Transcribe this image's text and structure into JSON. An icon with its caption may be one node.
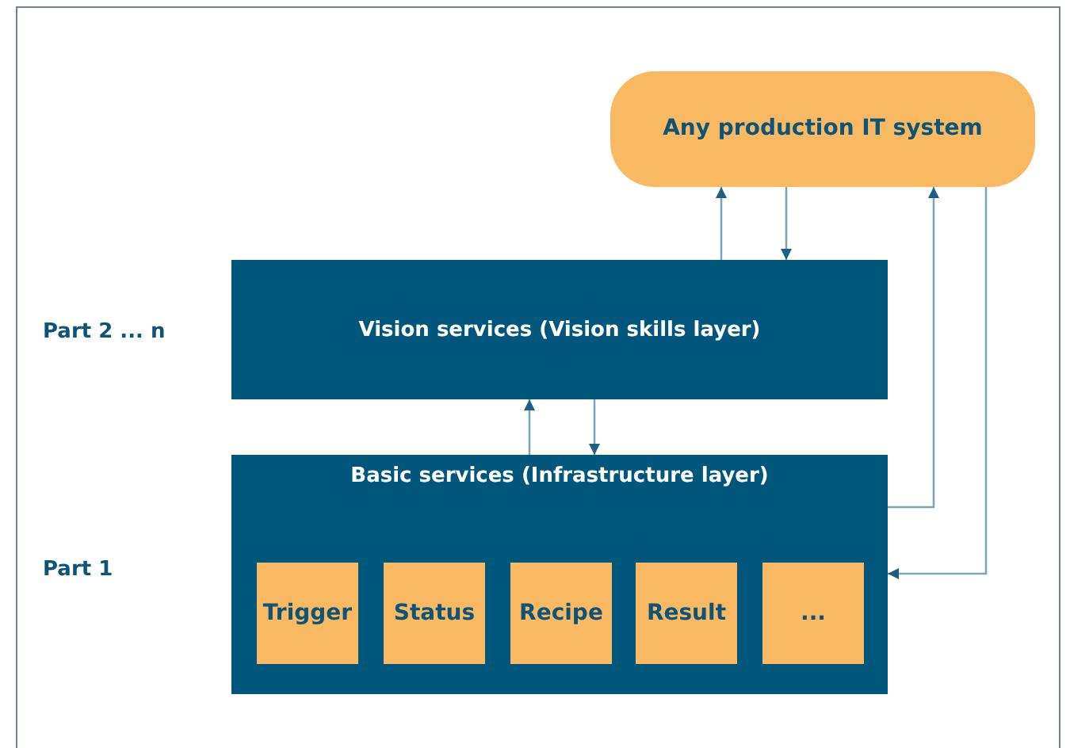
{
  "diagram": {
    "nodes": [
      {
        "text": [
          "Any production IT system"
        ]
      },
      {
        "text": [
          "Vision services (Vision skills layer)"
        ]
      },
      {
        "text": [
          "Basic services (Infrastructure layer)"
        ]
      },
      {
        "text": [
          "Trigger"
        ],
        "in": 2
      },
      {
        "text": [
          "Status"
        ],
        "in": 2
      },
      {
        "text": [
          "Recipe"
        ],
        "in": 2
      },
      {
        "text": [
          "Result"
        ],
        "in": 2
      },
      {
        "text": [
          "..."
        ],
        "in": 2
      }
    ],
    "edges": [
      {
        "from": 1,
        "to": 0,
        "arrow": "to"
      },
      {
        "from": 0,
        "to": 1,
        "arrow": "to"
      },
      {
        "from": 2,
        "to": 1,
        "arrow": "to"
      },
      {
        "from": 1,
        "to": 2,
        "arrow": "to"
      },
      {
        "from": 2,
        "to": 0,
        "arrow": "to"
      },
      {
        "from": 0,
        "to": 2,
        "arrow": "to"
      }
    ],
    "labels": [
      "Part 2 ... n",
      "Part 1"
    ]
  }
}
